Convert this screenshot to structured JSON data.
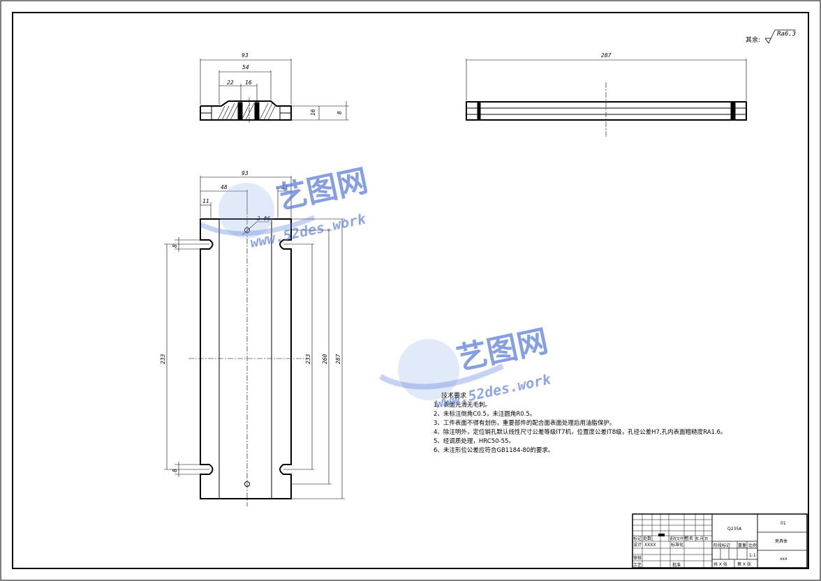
{
  "roughness": {
    "prefix": "其余:",
    "value": "Ra6.3"
  },
  "top_view": {
    "dims": [
      "93",
      "54",
      "22",
      "16",
      "16",
      "8"
    ]
  },
  "side_view": {
    "dims": [
      "287"
    ]
  },
  "plan_view": {
    "dims": [
      "93",
      "48",
      "11",
      "11",
      "2-Φ6",
      "233",
      "233",
      "260",
      "287",
      "8",
      "8"
    ]
  },
  "notes": {
    "title": "技术要求",
    "items": [
      "1、表面光滑无毛刺。",
      "2、未标注倒角C0.5，未注圆角R0.5。",
      "3、工件表面不得有划伤，重要部件的配合面表面处理后用油脂保护。",
      "4、除注明外，定位销孔默认线性尺寸公差等级IT7机，位置度公差IT8级，孔径公差H7,孔内表面粗糙度RA1.6。",
      "5、经调质处理，HRC50-55。",
      "6、未注形位公差应符合GB1184-80的要求。"
    ]
  },
  "title_block": {
    "material": "Q235A",
    "drawing_no": "01",
    "part_name": "夹具体",
    "company": "xxx",
    "scale_label": "比例",
    "scale_value": "1:1",
    "weight_label": "重量",
    "stage_label": "阶段标记",
    "sheet_total": "共 X 张",
    "sheet_no": "第 X 张",
    "rev_labels": [
      "标记",
      "处数",
      "分区",
      "更改文件号",
      "签名",
      "年.月.日"
    ],
    "design_label": "设计",
    "design_value": "XXXX",
    "std_label": "标准化",
    "check_label": "审核",
    "process_label": "工艺",
    "approve_label": "批准"
  },
  "watermarks": [
    {
      "cn": "艺图网",
      "url": "www.52des.work"
    },
    {
      "cn": "艺图网",
      "url": "www.52des.work"
    }
  ]
}
